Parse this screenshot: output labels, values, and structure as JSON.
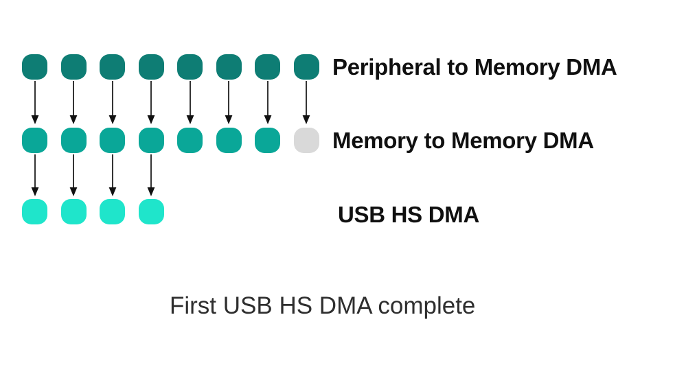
{
  "diagram": {
    "rows": [
      {
        "label": "Peripheral to Memory DMA",
        "cells": [
          "dark",
          "dark",
          "dark",
          "dark",
          "dark",
          "dark",
          "dark",
          "dark"
        ],
        "arrows_to_next": 8
      },
      {
        "label": "Memory to Memory DMA",
        "cells": [
          "mid",
          "mid",
          "mid",
          "mid",
          "mid",
          "mid",
          "mid",
          "pending"
        ],
        "arrows_to_next": 4
      },
      {
        "label": "USB HS DMA",
        "cells": [
          "bright",
          "bright",
          "bright",
          "bright"
        ],
        "arrows_to_next": 0
      }
    ],
    "caption": "First USB HS DMA complete"
  },
  "colors": {
    "dark": "#0E7D74",
    "mid": "#0AA798",
    "bright": "#1FE5CB",
    "pending": "#D9D9D9",
    "arrow": "#111111",
    "label_text": "#101010",
    "caption_text": "#2E2E2E",
    "background": "#FFFFFF"
  }
}
